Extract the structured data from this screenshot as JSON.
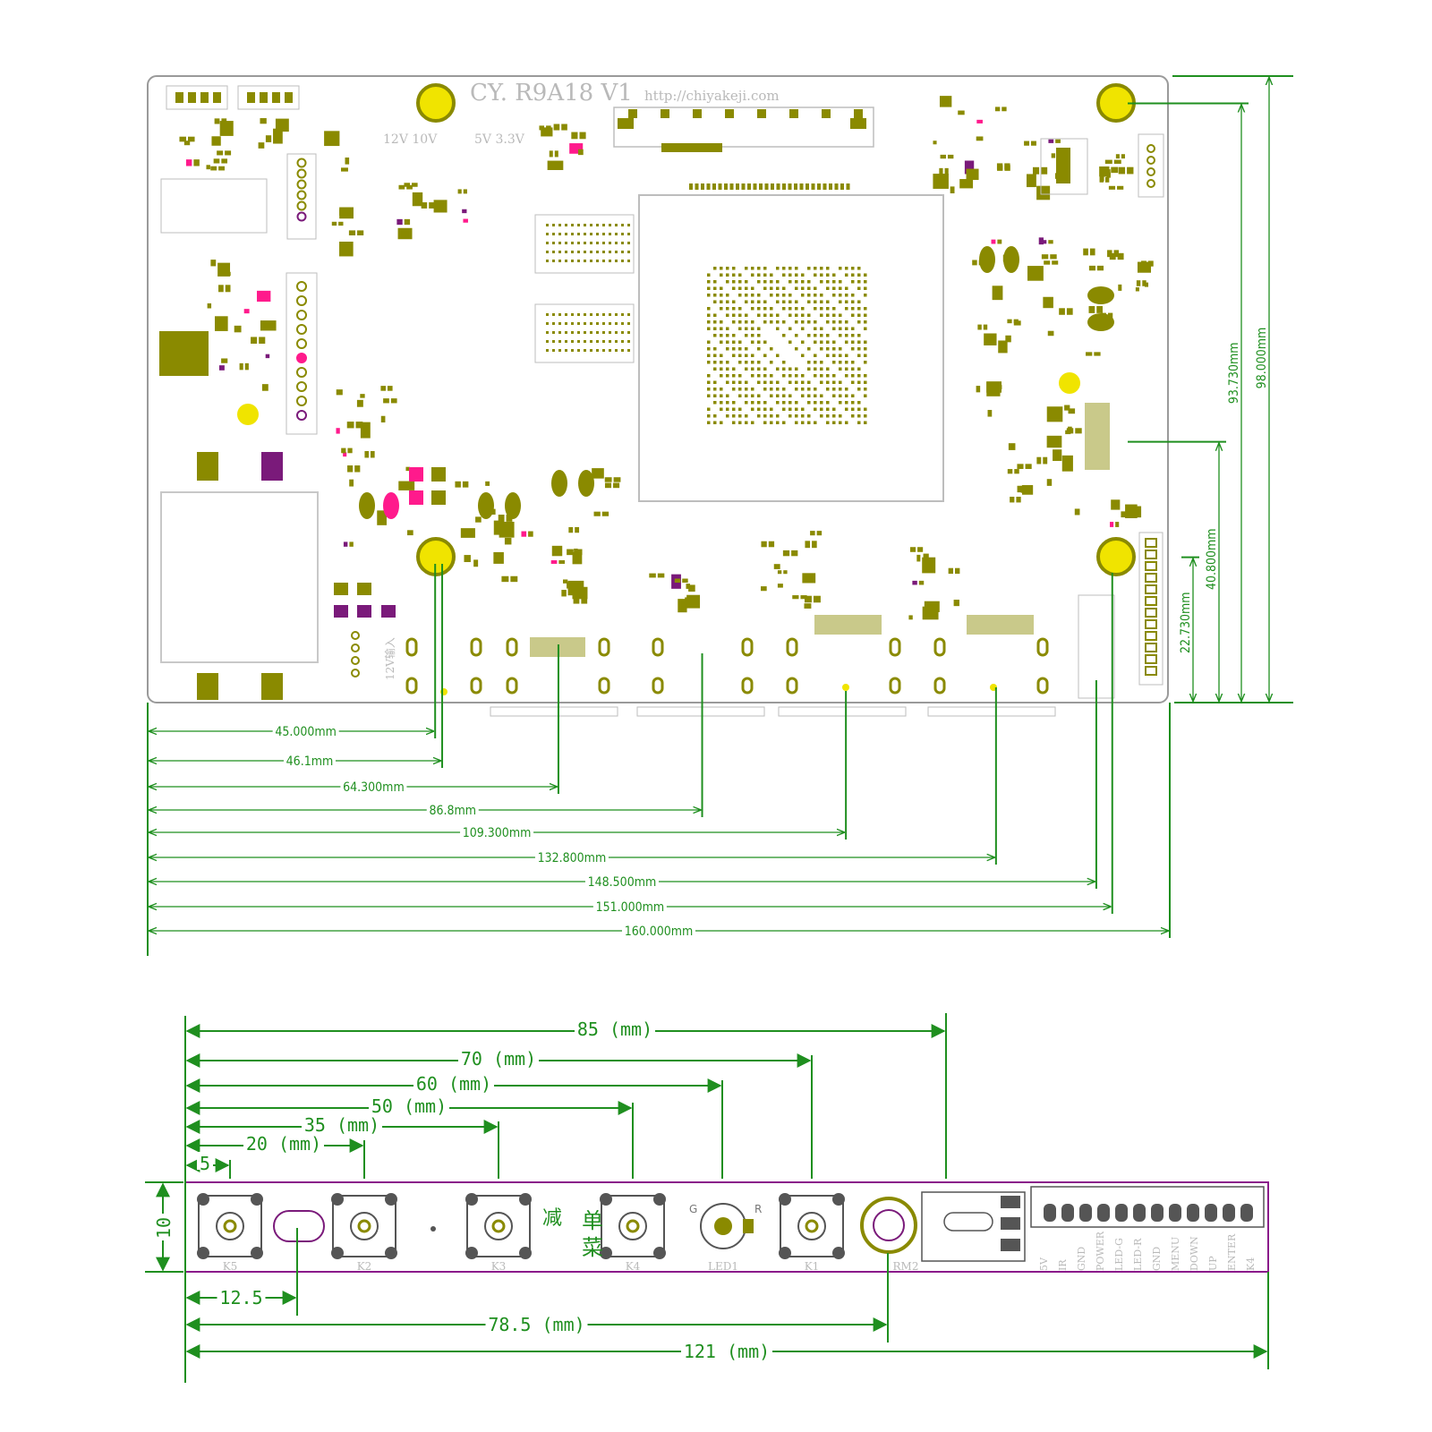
{
  "main_board": {
    "silkscreen_title": "CY. R9A18  V1",
    "silkscreen_url": "http://chiyakeji.com",
    "label_12v": "12V 10V",
    "label_5v": "5V 3.3V",
    "label_input": "12V输入",
    "horizontal_dims": [
      "45.000mm",
      "46.1mm",
      "64.300mm",
      "86.8mm",
      "109.300mm",
      "132.800mm",
      "148.500mm",
      "151.000mm",
      "160.000mm"
    ],
    "vertical_dims": [
      "93.730mm",
      "98.000mm",
      "40.800mm",
      "22.730mm"
    ]
  },
  "key_board": {
    "top_dims": [
      "85 (mm)",
      "70 (mm)",
      "60 (mm)",
      "50 (mm)",
      "35 (mm)",
      "20 (mm)",
      "5"
    ],
    "height_dim": "10",
    "bottom_dims": [
      "12.5",
      "78.5 (mm)",
      "121 (mm)"
    ],
    "component_labels": [
      "K5",
      "K2",
      "K3",
      "K4",
      "LED1",
      "K1",
      "RM2"
    ],
    "menu_chars": [
      "菜",
      "单"
    ],
    "minus_char": "减",
    "led_g": "G",
    "led_r": "R",
    "pin_labels": [
      "5V",
      "IR",
      "GND",
      "POWER",
      "LED-G",
      "LED-R",
      "GND",
      "MENU",
      "DOWN",
      "UP",
      "ENTER",
      "K4"
    ]
  },
  "colors": {
    "dimension": "#1f8f1f",
    "pad": "#8a8a00",
    "hole": "#f0e400",
    "purple": "#7a1a7a",
    "magenta": "#ff1a8c",
    "outline": "#9a9a9a"
  }
}
